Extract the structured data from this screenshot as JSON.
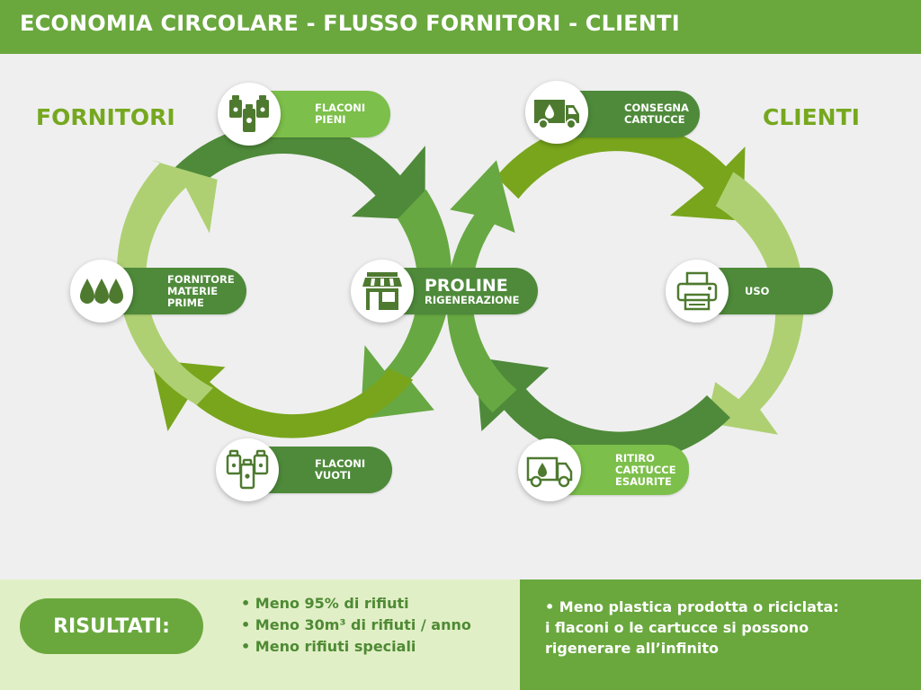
{
  "header": {
    "title": "ECONOMIA CIRCOLARE - FLUSSO FORNITORI - CLIENTI"
  },
  "sides": {
    "left": "FORNITORI",
    "right": "CLIENTI"
  },
  "nodes": {
    "flaconi_pieni": "FLACONI PIENI",
    "fornitore": "FORNITORE\nMATERIE PRIME",
    "flaconi_vuoti": "FLACONI VUOTI",
    "proline_title": "PROLINE",
    "proline_sub": "RIGENERAZIONE",
    "consegna": "CONSEGNA\nCARTUCCE",
    "uso": "USO",
    "ritiro": "RITIRO\nCARTUCCE\nESAURITE"
  },
  "results": {
    "label": "RISULTATI:",
    "items": [
      "• Meno 95% di rifiuti",
      "• Meno 30m³ di rifiuti / anno",
      "• Meno rifiuti speciali"
    ],
    "right_lines": [
      "• Meno plastica prodotta o riciclata:",
      "i flaconi o le cartucce si possono",
      "rigenerare all’infinito"
    ]
  },
  "colors": {
    "header": "#6aa83e",
    "node_dark": "#4e8a3a",
    "node_light": "#7cbf4a",
    "title_green": "#76a81f",
    "footer_light": "#e1efc6"
  }
}
